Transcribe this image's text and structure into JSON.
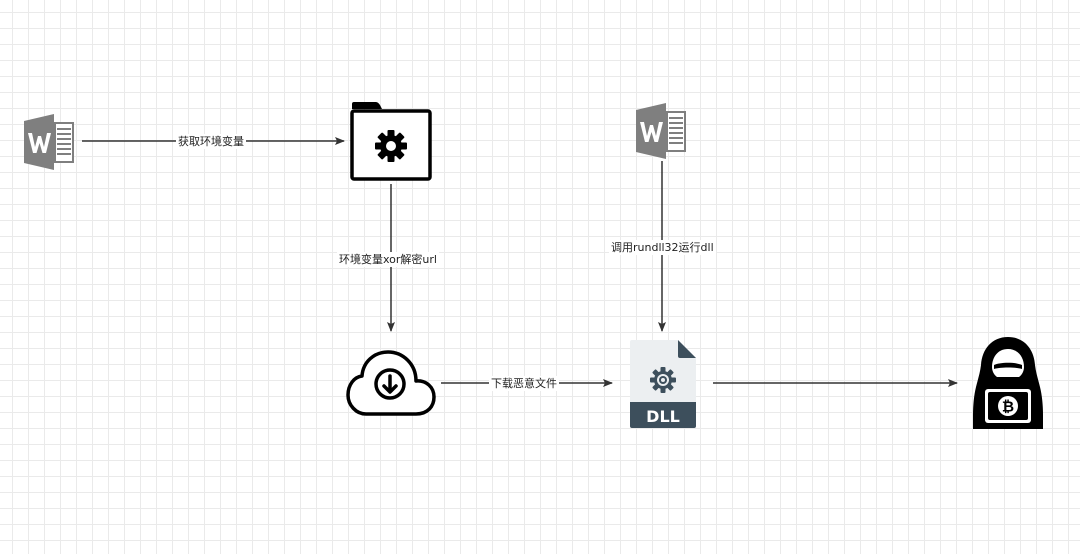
{
  "diagram": {
    "edges": {
      "get_env": {
        "label": "获取环境变量"
      },
      "decrypt_url": {
        "label": "环境变量xor解密url"
      },
      "rundll": {
        "label": "调用rundll32运行dll"
      },
      "download": {
        "label": "下载恶意文件"
      },
      "to_attacker": {
        "label": ""
      }
    },
    "nodes": {
      "dll_file": {
        "badge": "DLL"
      }
    },
    "colors": {
      "line": "#333333",
      "word_icon": "#7f7f7f",
      "dll_icon": "#3d4f5c",
      "folder": "#000000"
    },
    "icons": {
      "word_doc_left": "word-document-icon",
      "word_doc_right": "word-document-icon",
      "folder_settings": "folder-gear-icon",
      "cloud_download": "cloud-download-icon",
      "dll_file": "dll-file-icon",
      "hacker": "hacker-bitcoin-icon"
    }
  }
}
